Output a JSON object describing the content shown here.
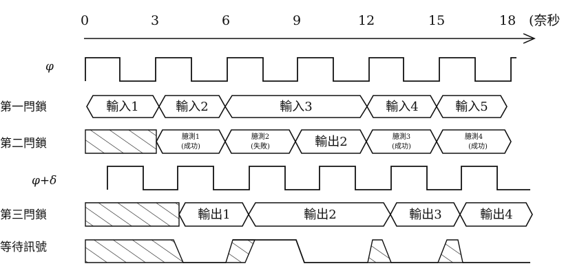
{
  "axis": {
    "ticks": [
      "0",
      "3",
      "6",
      "9",
      "12",
      "15",
      "18"
    ],
    "unit": "(奈秒"
  },
  "signals": {
    "phi": "φ",
    "latch1": "第一閂鎖",
    "latch2": "第二閂鎖",
    "phi_delta": "φ+δ",
    "latch3": "第三閂鎖",
    "wait": "等待訊號"
  },
  "latch1_segments": [
    "輸入1",
    "輸入2",
    "輸入3",
    "輸入4",
    "輸入5"
  ],
  "latch2_segments": [
    {
      "line1": "臆測1",
      "line2": "(成功)"
    },
    {
      "line1": "臆測2",
      "line2": "(失敗)"
    },
    {
      "big": "輸出2"
    },
    {
      "line1": "臆測3",
      "line2": "(成功)"
    },
    {
      "line1": "臆測4",
      "line2": "(成功)"
    }
  ],
  "latch3_segments": [
    "輸出1",
    "輸出2",
    "輸出3",
    "輸出4"
  ]
}
